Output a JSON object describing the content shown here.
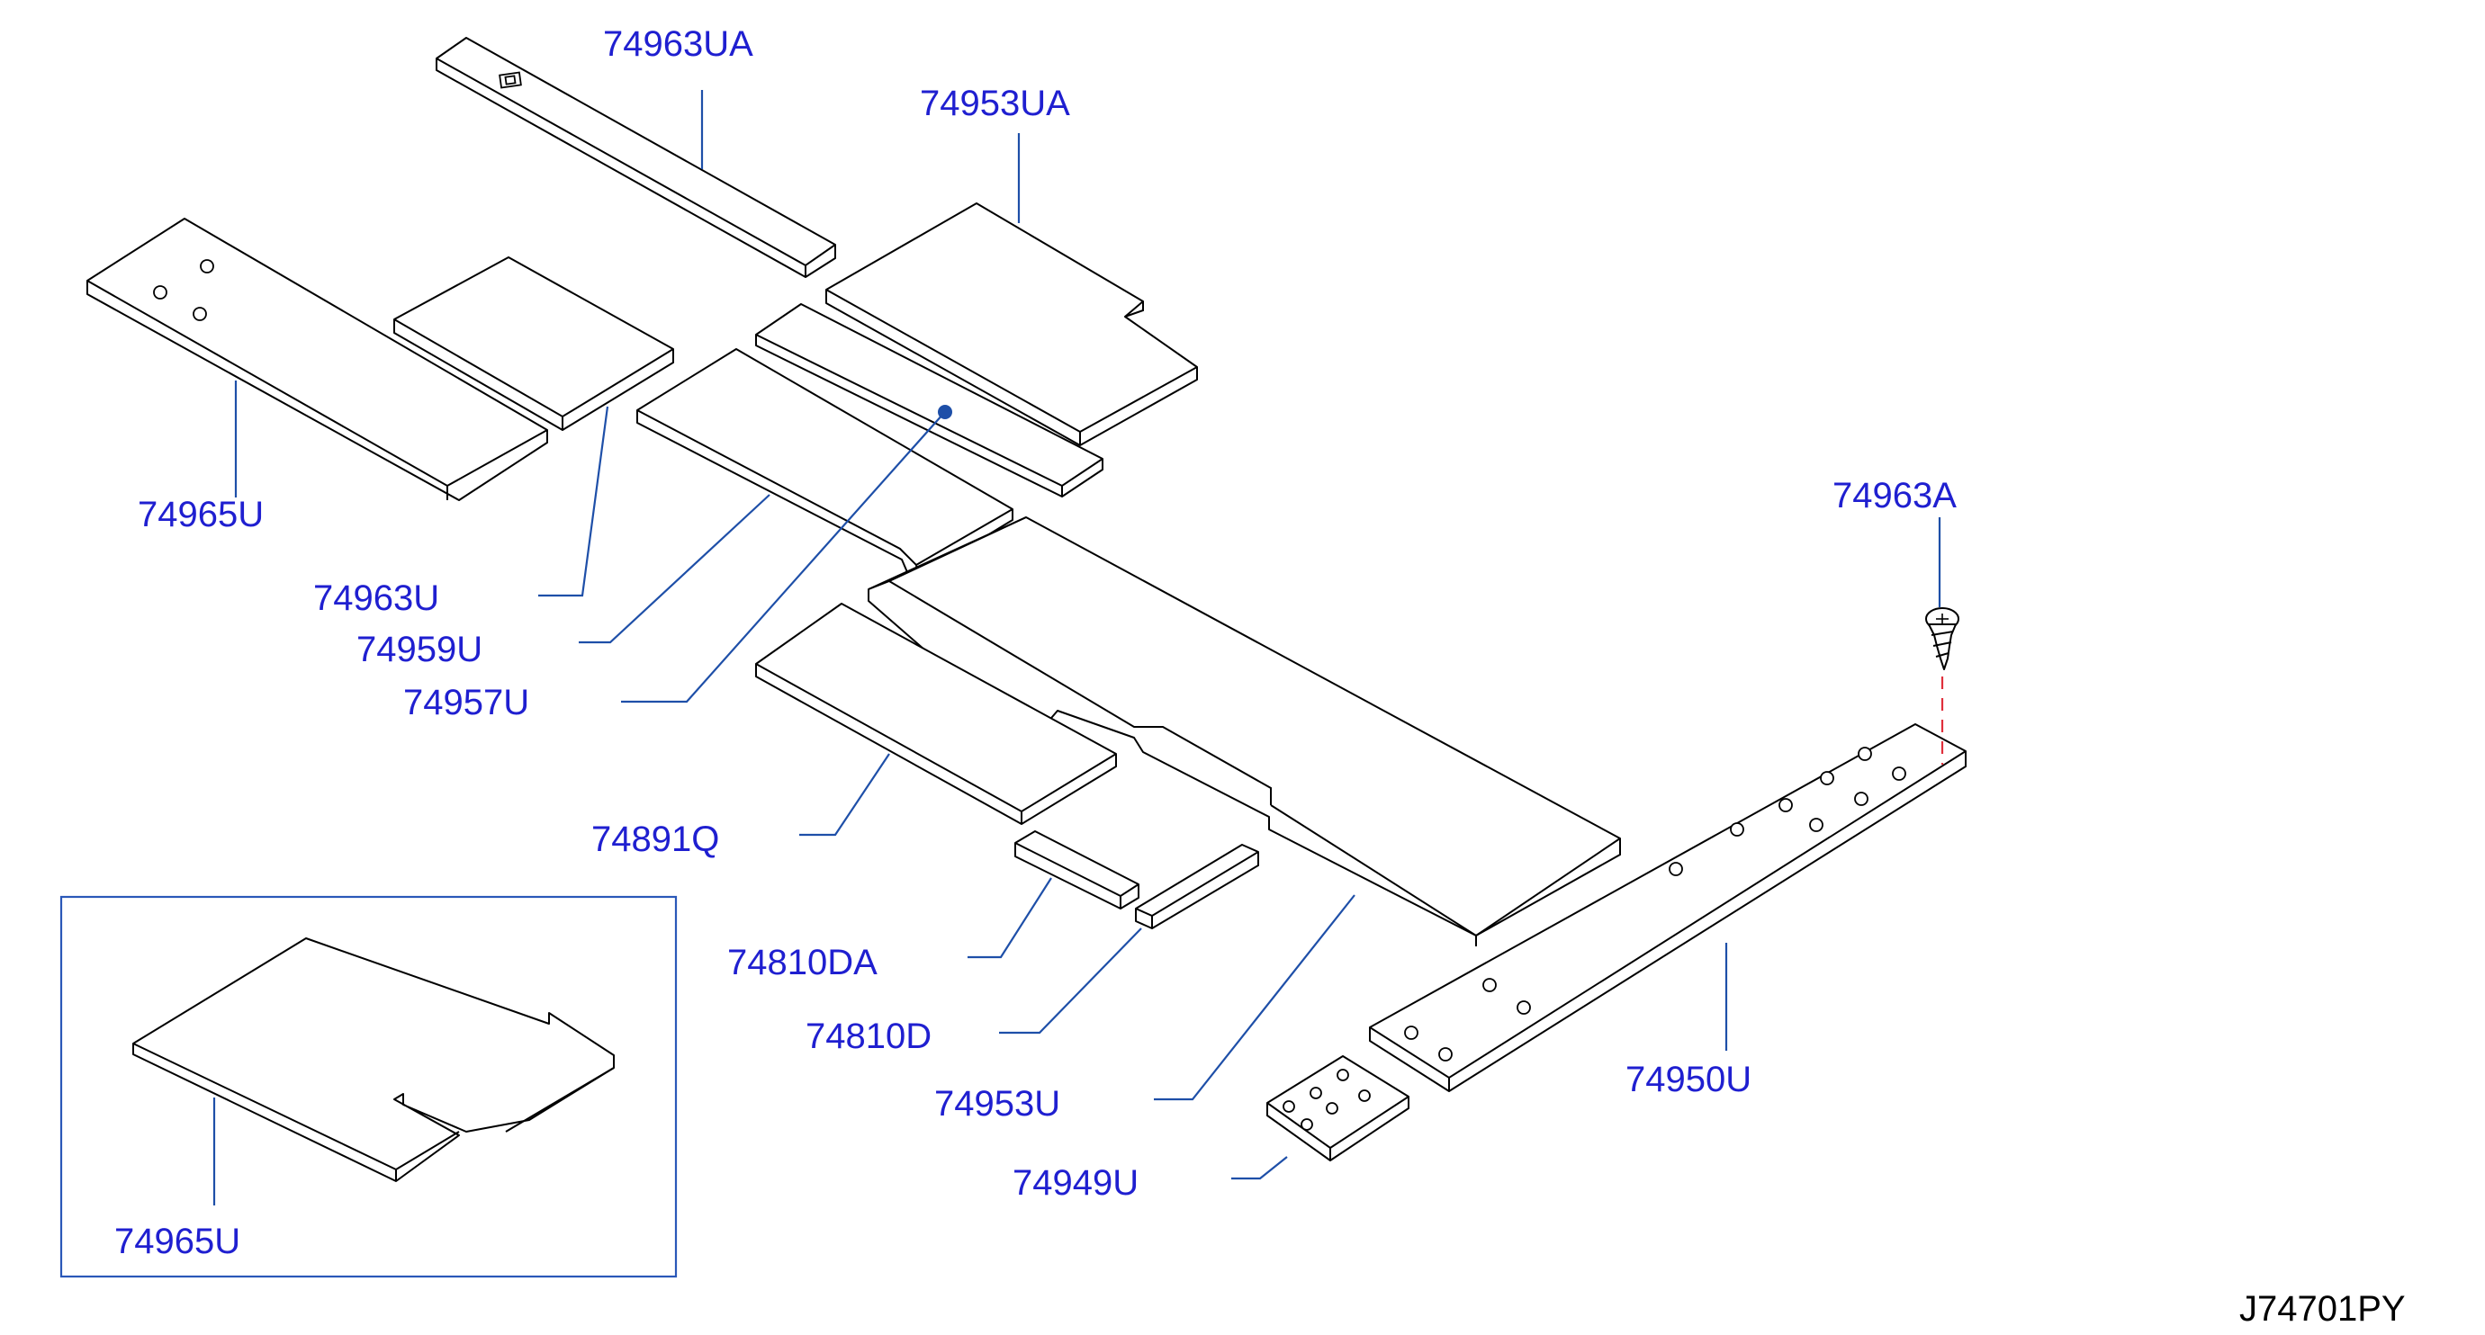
{
  "diagram_code": "J74701PY",
  "colors": {
    "label": "#1f1fd0",
    "leader": "#1e4fa8",
    "screw_axis": "#e0303c",
    "outline": "#000000"
  },
  "parts": {
    "p74963UA": "74963UA",
    "p74953UA": "74953UA",
    "p74965U_main": "74965U",
    "p74963U": "74963U",
    "p74959U": "74959U",
    "p74957U": "74957U",
    "p74891Q": "74891Q",
    "p74810DA": "74810DA",
    "p74810D": "74810D",
    "p74953U": "74953U",
    "p74949U": "74949U",
    "p74963A": "74963A",
    "p74950U": "74950U",
    "p74965U_inset": "74965U"
  }
}
